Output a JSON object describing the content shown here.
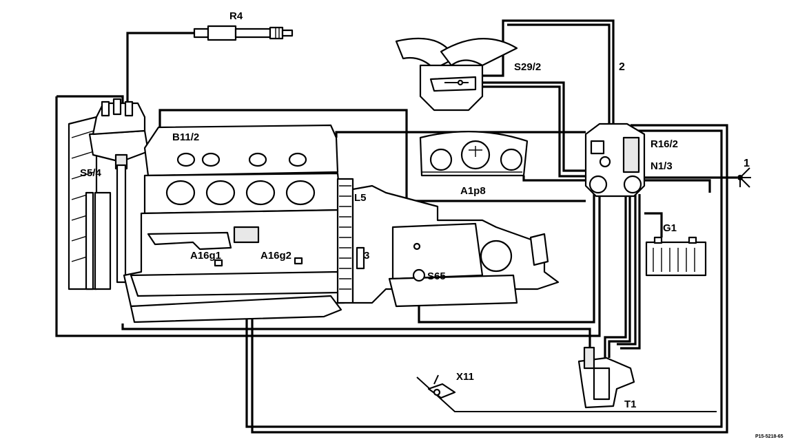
{
  "diagram": {
    "labels": {
      "r4": "R4",
      "s29_2": "S29/2",
      "num_2": "2",
      "b11_2": "B11/2",
      "r16_2": "R16/2",
      "n1_3": "N1/3",
      "num_1": "1",
      "s5_4": "S5/4",
      "a1p8": "A1p8",
      "l5": "L5",
      "g1": "G1",
      "a16g1": "A16g1",
      "a16g2": "A16g2",
      "num_3": "3",
      "s65": "S65",
      "x11": "X11",
      "t1": "T1"
    },
    "figure_id": "P15-5218-65"
  }
}
